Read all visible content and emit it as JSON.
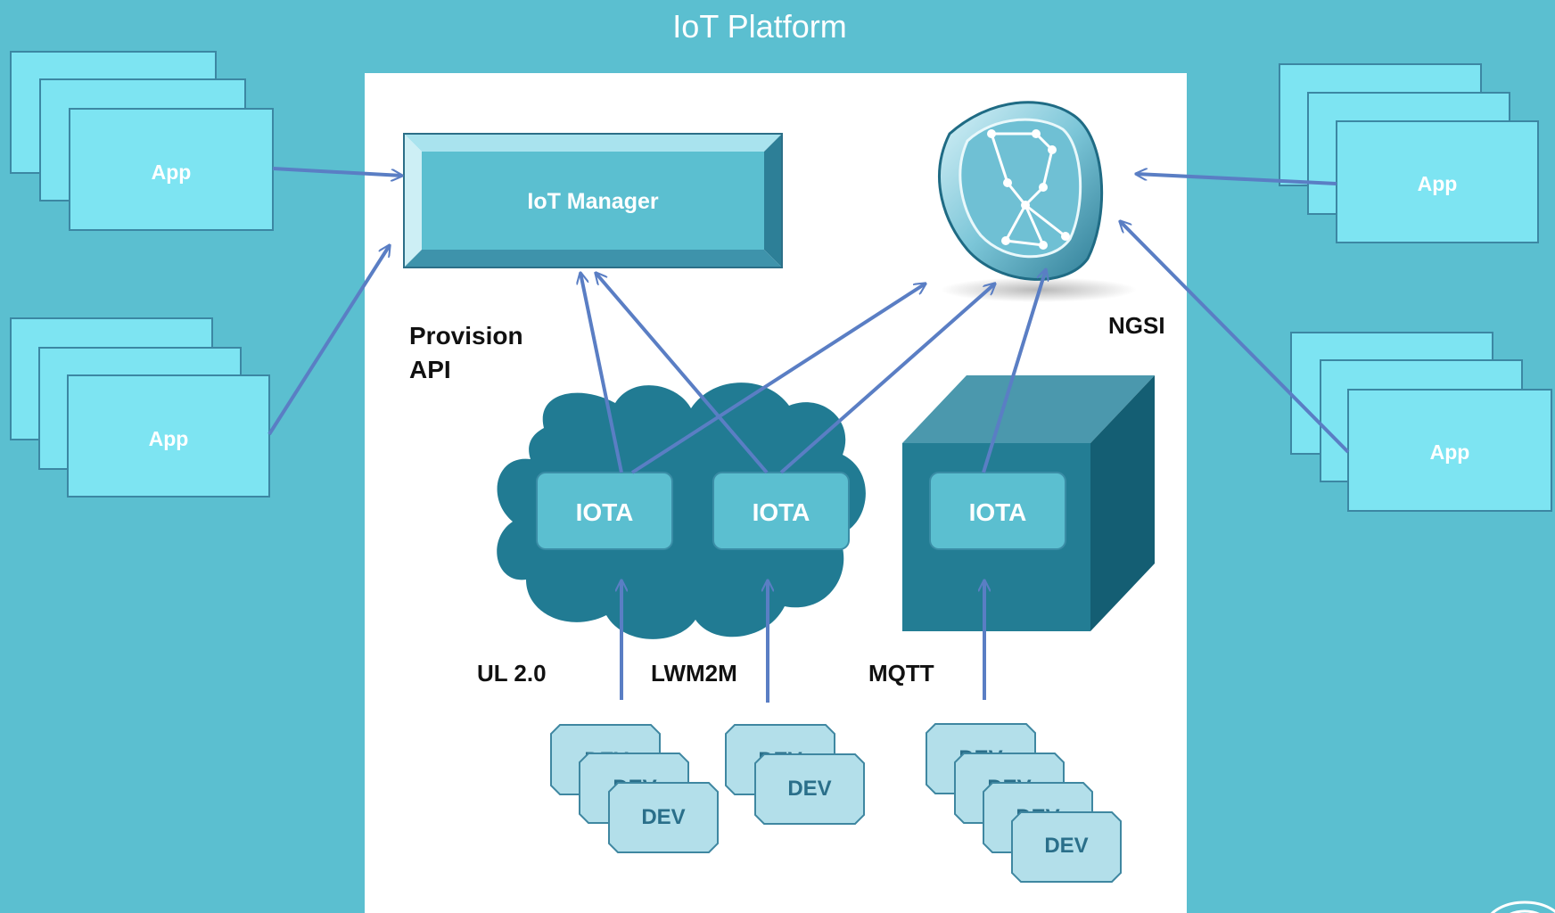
{
  "title": "IoT Platform",
  "apps": [
    "App",
    "App",
    "App",
    "App"
  ],
  "iot_manager": "IoT Manager",
  "labels": {
    "provision_line1": "Provision",
    "provision_line2": "API",
    "ngsi": "NGSI",
    "ul": "UL 2.0",
    "lwm2m": "LWM2M",
    "mqtt": "MQTT"
  },
  "iota": [
    "IOTA",
    "IOTA",
    "IOTA"
  ],
  "devices": {
    "group1": [
      "DEV",
      "DEV",
      "DEV"
    ],
    "group2": [
      "DEV",
      "DEV"
    ],
    "group3": [
      "DEV",
      "DEV",
      "DEV",
      "DEV"
    ]
  },
  "colors": {
    "background": "#5bbfd0",
    "app_fill": "#7de4f2",
    "arrow": "#5a7ec4",
    "cloud": "#217b93",
    "cube_front": "#237d94",
    "dev_fill": "#b3dfea",
    "dev_text": "#2a6f8a"
  },
  "icons": {
    "context_broker": "orion-constellation-icon",
    "logo": "fiware-logo"
  }
}
